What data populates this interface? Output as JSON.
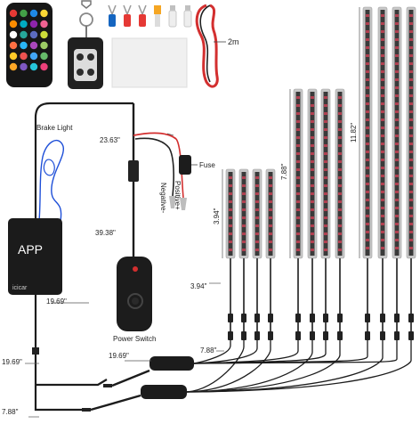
{
  "labels": {
    "two_m": "2m",
    "brake_light": "Brake Light",
    "d_23_63": "23.63\"",
    "fuse": "Fuse",
    "negative": "Negative-",
    "positive": "Positive+",
    "d_7_88_mid": "7.88\"",
    "d_11_82": "11.82\"",
    "d_3_94_v": "3.94\"",
    "d_39_38": "39.38\"",
    "d_3_94_h": "3.94\"",
    "d_19_69_a": "19.69\"",
    "power_switch": "Power Switch",
    "d_7_88_b": "7.88\"",
    "d_19_69_b": "19.69\"",
    "d_19_69_c": "19.69\"",
    "d_7_88_c": "7.88\""
  },
  "control_box": {
    "app": "APP",
    "brand": "icicar"
  },
  "remote_buttons_colors": [
    "#e53935",
    "#43a047",
    "#1e88e5",
    "#fdd835",
    "#fb8c00",
    "#00acc1",
    "#8e24aa",
    "#f06292",
    "#ffffff",
    "#26a69a",
    "#5c6bc0",
    "#cddc39",
    "#ff7043",
    "#29b6f6",
    "#ab47bc",
    "#9ccc65",
    "#ffca28",
    "#ef5350",
    "#42a5f5",
    "#66bb6a",
    "#ffa726",
    "#7e57c2",
    "#26c6da",
    "#ec407a"
  ],
  "icons": [
    "ir-remote-icon",
    "key-fob-icon",
    "wire-terminals-icon",
    "red-wire-coil-icon",
    "adhesive-pad-icon",
    "led-strip-icon",
    "control-box-icon",
    "power-switch-icon",
    "fuse-holder-icon",
    "y-splitter-cable-icon"
  ],
  "colors": {
    "cable": "#1c1c1c",
    "strip_case": "#c8c8c8",
    "led_body": "#3a3a3a",
    "red_wire": "#d32f2f"
  }
}
